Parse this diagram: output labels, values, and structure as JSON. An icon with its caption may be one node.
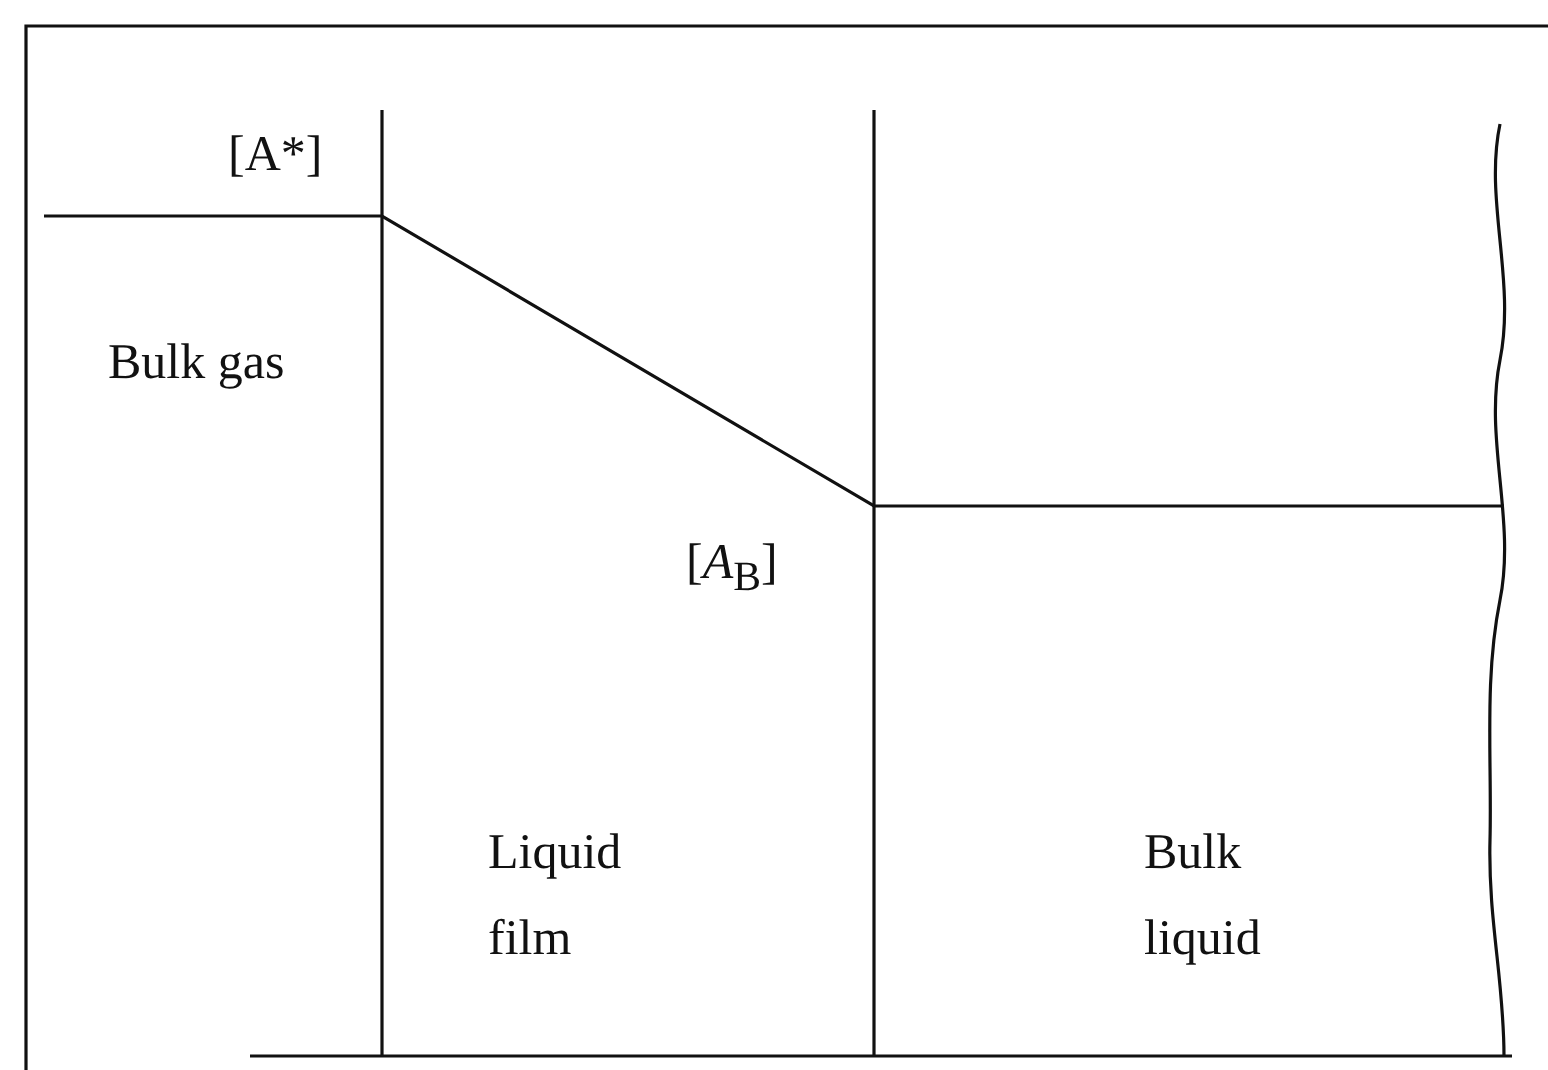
{
  "diagram": {
    "labels": [
      "[A*]",
      "Bulk gas",
      "[*A*$_{B}$]",
      "Liquid film",
      "Bulk liquid"
    ]
  }
}
